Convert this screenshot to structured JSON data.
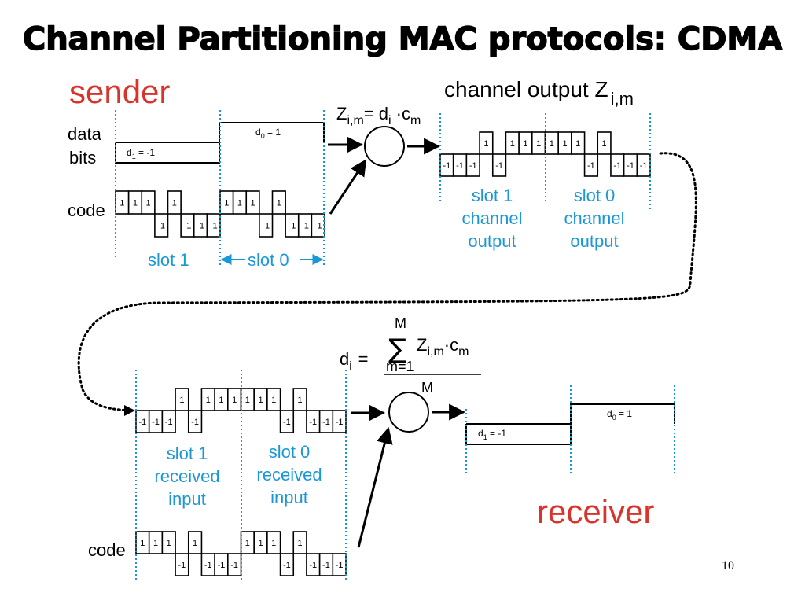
{
  "slide": {
    "title": "Channel Partitioning MAC protocols: CDMA",
    "page_number": "10",
    "colors": {
      "red": "#d9342b",
      "blue": "#1a98d5",
      "ink": "#000000"
    }
  },
  "sender": {
    "heading": "sender",
    "data_bits_label": [
      "data",
      "bits"
    ],
    "code_label": "code",
    "d1_label": "d",
    "d1_sub": "1",
    "d1_value": " = -1",
    "d0_label": "d",
    "d0_sub": "0",
    "d0_value": " = 1",
    "slot1_label": "slot 1",
    "slot0_label": "slot 0",
    "code_chips": [
      1,
      1,
      1,
      -1,
      1,
      -1,
      -1,
      -1
    ],
    "chip_labels": [
      "1",
      "1",
      "1",
      "-1",
      "1",
      "-1",
      "-1",
      "-1",
      "1",
      "1",
      "1",
      "-1",
      "1",
      "-1",
      "-1",
      "-1"
    ]
  },
  "encoder": {
    "formula_z": "Z",
    "formula_z_sub": "i,m",
    "formula_eq": "= d",
    "formula_d_sub": "i",
    "formula_dot": " ·c",
    "formula_c_sub": "m"
  },
  "channel": {
    "heading": "channel output Z",
    "heading_sub": "i,m",
    "chips": [
      -1,
      -1,
      -1,
      1,
      -1,
      1,
      1,
      1,
      1,
      1,
      1,
      -1,
      1,
      -1,
      -1,
      -1
    ],
    "chip_labels": [
      "-1",
      "-1",
      "-1",
      "1",
      "-1",
      "1",
      "1",
      "1",
      "1",
      "1",
      "1",
      "-1",
      "1",
      "-1",
      "-1",
      "-1"
    ],
    "slot1_caption": [
      "slot 1",
      "channel",
      "output"
    ],
    "slot0_caption": [
      "slot 0",
      "channel",
      "output"
    ]
  },
  "decoder": {
    "formula_d": "d",
    "formula_d_sub": "i",
    "formula_eq": "=",
    "sum_top": "M",
    "sum_symbol": "∑",
    "sum_bottom": "m=1",
    "sum_term": "Z",
    "sum_term_sub": "i,m",
    "sum_term_dot": "·c",
    "sum_term_c_sub": "m",
    "denominator": "M"
  },
  "receiver": {
    "heading": "receiver",
    "code_label": "code",
    "received_chip_labels": [
      "-1",
      "-1",
      "-1",
      "1",
      "-1",
      "1",
      "1",
      "1",
      "1",
      "1",
      "1",
      "-1",
      "1",
      "-1",
      "-1",
      "-1"
    ],
    "code_chip_labels": [
      "1",
      "1",
      "1",
      "-1",
      "1",
      "-1",
      "-1",
      "-1",
      "1",
      "1",
      "1",
      "-1",
      "1",
      "-1",
      "-1",
      "-1"
    ],
    "slot1_caption": [
      "slot 1",
      "received",
      "input"
    ],
    "slot0_caption": [
      "slot 0",
      "received",
      "input"
    ],
    "d1_label": "d",
    "d1_sub": "1",
    "d1_value": " = -1",
    "d0_label": "d",
    "d0_sub": "0",
    "d0_value": " = 1"
  }
}
